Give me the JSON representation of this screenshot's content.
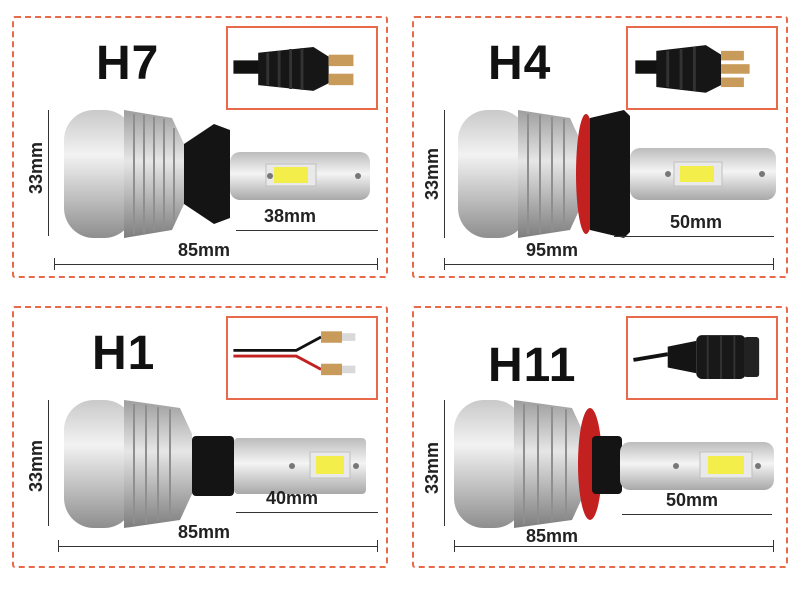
{
  "panels": [
    {
      "name": "H7",
      "height": "33mm",
      "length": "85mm",
      "tip": "38mm"
    },
    {
      "name": "H4",
      "height": "33mm",
      "length": "95mm",
      "tip": "50mm"
    },
    {
      "name": "H1",
      "height": "33mm",
      "length": "85mm",
      "tip": "40mm"
    },
    {
      "name": "H11",
      "height": "33mm",
      "length": "85mm",
      "tip": "50mm"
    }
  ],
  "colors": {
    "border": "#e86a4a",
    "led": "#f4ee4a",
    "body": "#d8d8d8"
  }
}
